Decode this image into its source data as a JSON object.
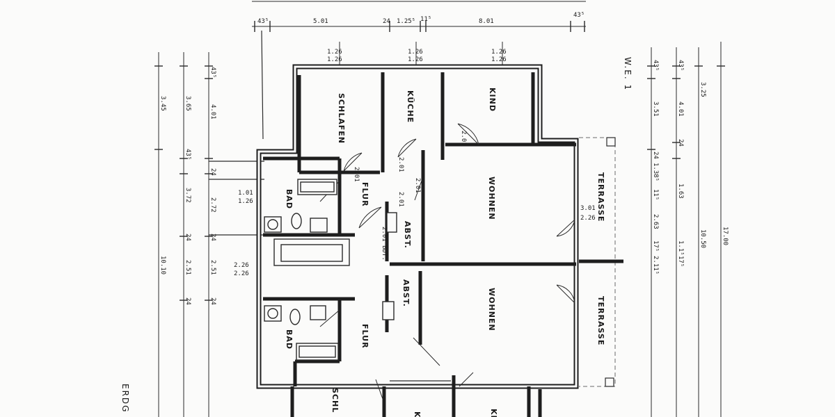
{
  "rooms": {
    "schlafen_top": "SCHLAFEN",
    "kueche_top": "KÜCHE",
    "kind_top": "KIND",
    "wohnen_top": "WOHNEN",
    "bad_top": "BAD",
    "flur_top": "FLUR",
    "abst_top": "ABST.",
    "terrasse_top": "TERRASSE",
    "wohnen_bottom": "WOHNEN",
    "bad_bottom": "BAD",
    "flur_bottom": "FLUR",
    "abst_bottom": "ABST.",
    "terrasse_bottom": "TERRASSE",
    "schlafen_bottom_partial": "SCHL",
    "kueche_bottom_partial": "K",
    "kind_bottom_partial": "KI"
  },
  "unit_label": "W.E. 1",
  "floor_label_partial": "ERDG",
  "dims_top": {
    "d1": "43⁵",
    "d2": "5.01",
    "d3": "24",
    "d4": "1.25⁵",
    "d5": "11⁵",
    "d6": "8.01",
    "d7": "43⁵"
  },
  "dims_window": {
    "w1a": "1.26",
    "w1b": "1.26",
    "w2a": "1.26",
    "w2b": "1.26",
    "w3a": "1.26",
    "w3b": "1.26"
  },
  "dims_left": {
    "c1": "3.45",
    "c2": "3.65",
    "c3": "4.01",
    "c3a": "43⁵",
    "c4": "3.72",
    "c5": "2.72",
    "c6": "43⁵",
    "c7": "24",
    "c8": "24",
    "c9": "24",
    "c10": "10.10",
    "c11": "2.51",
    "c12": "2.51",
    "c13": "24",
    "c14": "24",
    "c15": "1.01",
    "c16": "1.26",
    "c17": "2.26",
    "c18": "2.26"
  },
  "dims_right": {
    "r1": "43⁵",
    "r2": "43⁵",
    "r3": "3.25",
    "r4": "3.51",
    "r5": "4.01",
    "r6": "24",
    "r7": "24",
    "r8": "1.38⁵",
    "r9": "11⁵",
    "r10": "1.63",
    "r11": "2.63",
    "r12": "17⁵",
    "r13": "2.11⁵",
    "r14": "1.1⁵",
    "r15": "17⁵",
    "r16": "10.50",
    "r17": "17.00"
  },
  "dims_interior": {
    "i1": "2.01",
    "i2": "2.01",
    "i3": "2.01",
    "i4": "2.01",
    "i5": "2.01 BDT.",
    "i6": "3.01",
    "i7": "2.26",
    "i8": "2.01"
  }
}
